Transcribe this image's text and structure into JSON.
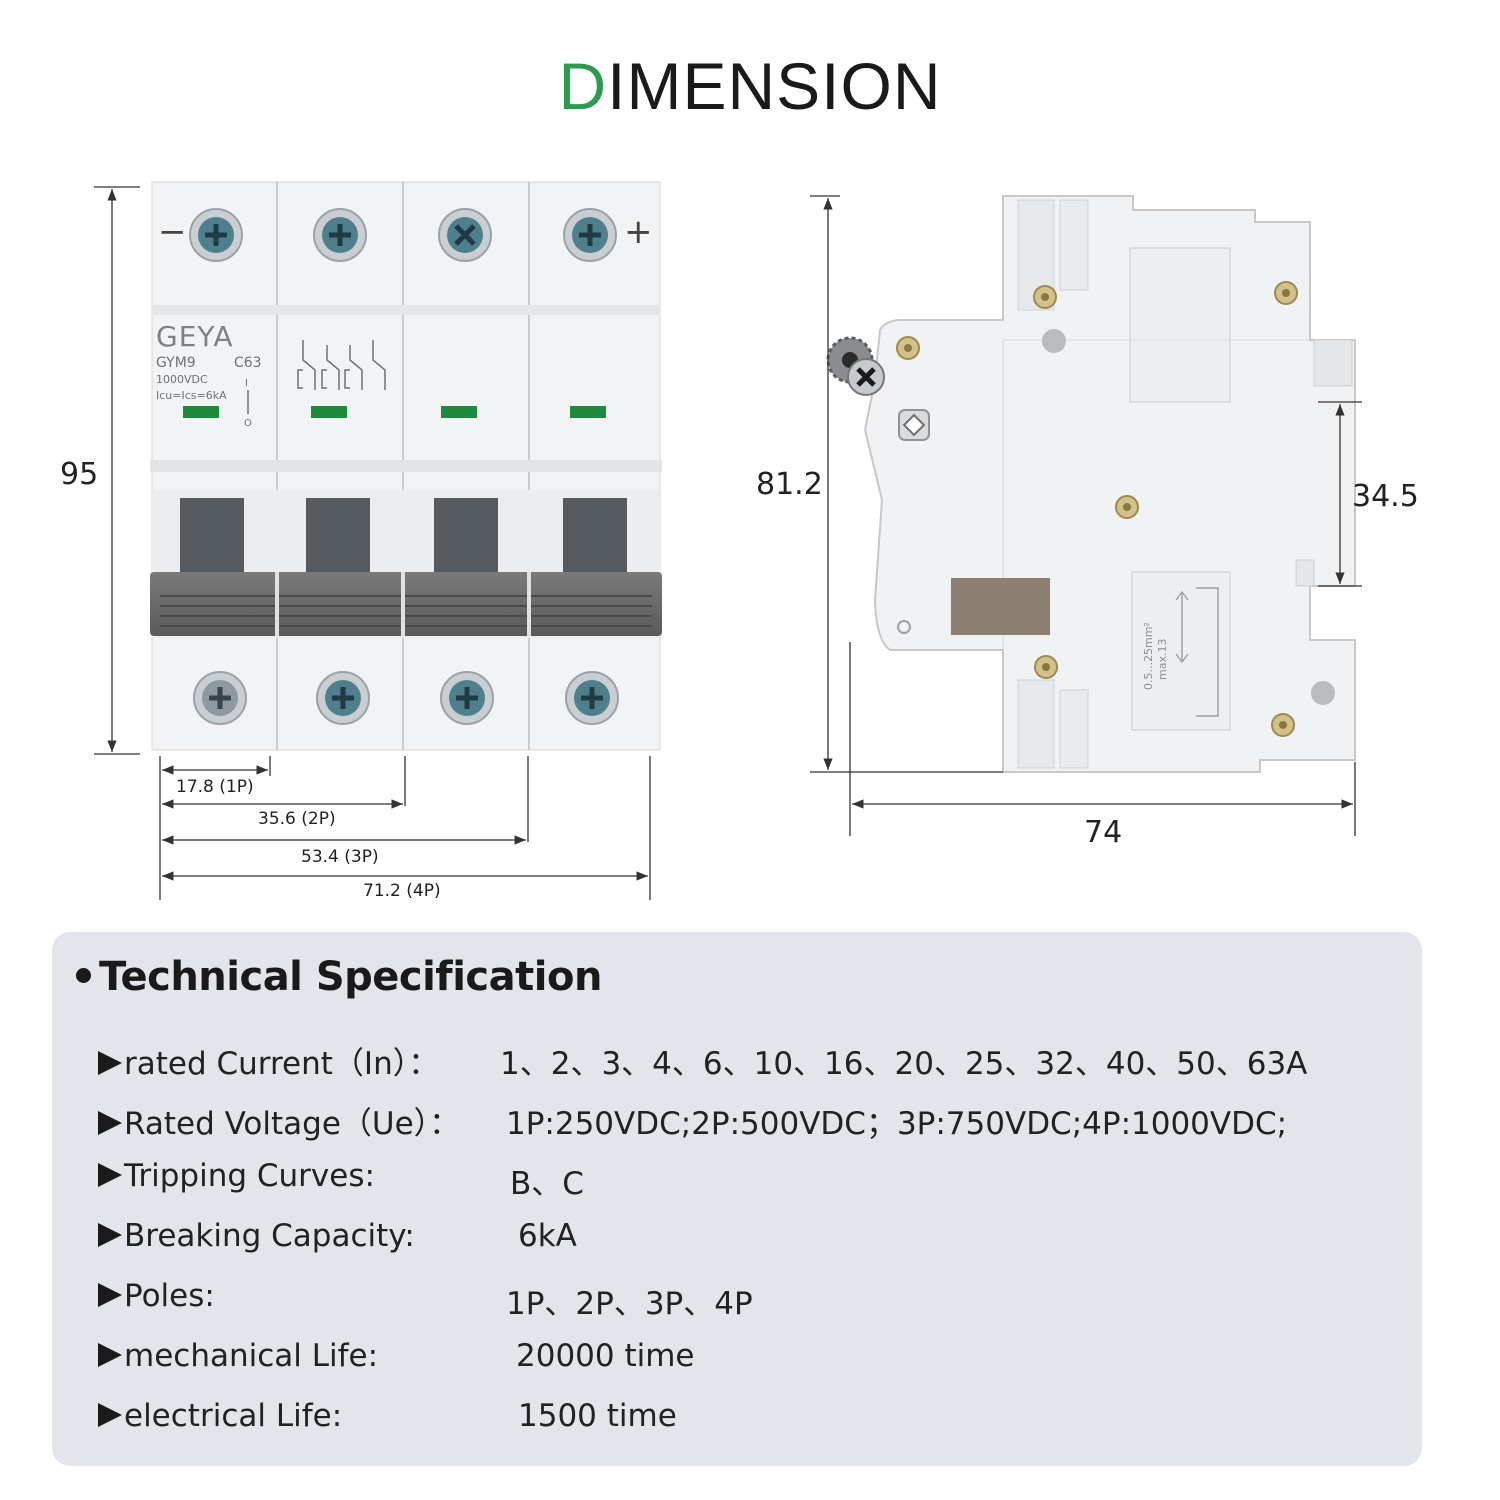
{
  "title": {
    "accent": "D",
    "rest": "IMENSION"
  },
  "front_view": {
    "brand": "GEYA",
    "model": "GYM9",
    "curve_rating": "C63",
    "voltage_label": "1000VDC",
    "capacity_label": "Icu=Ics=6kA",
    "polarity_minus": "−",
    "polarity_plus": "+",
    "switch_on": "I",
    "switch_off": "O",
    "height": "95",
    "widths": [
      "17.8 (1P)",
      "35.6 (2P)",
      "53.4 (3P)",
      "71.2 (4P)"
    ]
  },
  "side_view": {
    "height": "81.2",
    "rail": "34.5",
    "depth": "74",
    "wire_label_1": "0.5...25mm²",
    "wire_label_2": "max.13"
  },
  "spec": {
    "heading": "Technical Specification",
    "rows": [
      {
        "label": "rated Current（In）：",
        "value": "1、2、3、4、6、10、16、20、25、32、40、50、63A"
      },
      {
        "label": "Rated Voltage（Ue）：",
        "value": "1P:250VDC;2P:500VDC；3P:750VDC;4P:1000VDC;"
      },
      {
        "label": "Tripping Curves:",
        "value": "B、C"
      },
      {
        "label": "Breaking Capacity:",
        "value": "6kA"
      },
      {
        "label": "Poles:",
        "value": "1P、2P、3P、4P"
      },
      {
        "label": "mechanical Life:",
        "value": "20000 time"
      },
      {
        "label": "electrical Life:",
        "value": "1500 time"
      }
    ]
  },
  "colors": {
    "accent": "#2e9a4f",
    "panel": "#e2e5ea",
    "handle": "#6b6b6b",
    "indicator": "#1f8a3e"
  }
}
